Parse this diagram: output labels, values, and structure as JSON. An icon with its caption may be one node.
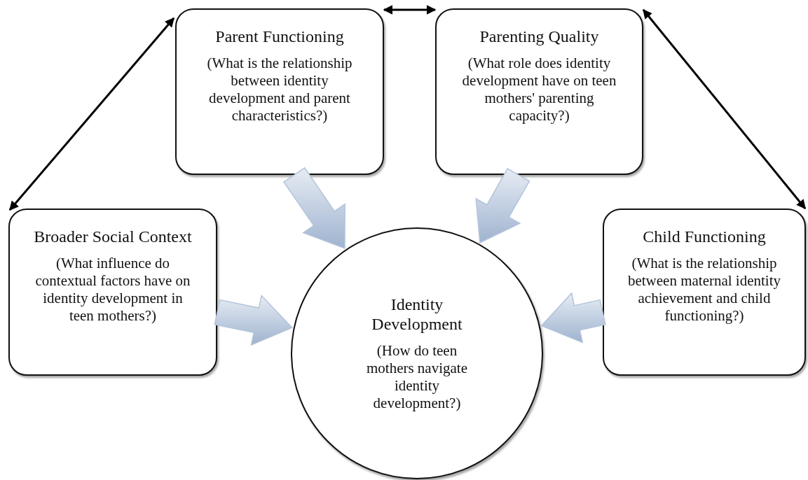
{
  "diagram": {
    "nodes": [
      {
        "text": [
          "Parent Functioning",
          "(What is the relationship between identity development and parent characteristics?)"
        ]
      },
      {
        "text": [
          "Parenting Quality",
          "(What role does identity development have on teen mothers' parenting capacity?)"
        ]
      },
      {
        "text": [
          "Broader Social Context",
          "(What influence do contextual factors have on identity development in teen mothers?)"
        ]
      },
      {
        "text": [
          "Identity Development",
          "(How do teen mothers navigate identity development?)"
        ]
      },
      {
        "text": [
          "Child Functioning",
          "(What is the relationship between maternal identity achievement and child functioning?)"
        ]
      }
    ],
    "edges": [
      {
        "from": 2,
        "to": 0,
        "arrow": "both"
      },
      {
        "from": 0,
        "to": 1,
        "arrow": "both"
      },
      {
        "from": 1,
        "to": 4,
        "arrow": "both"
      },
      {
        "from": 0,
        "to": 3,
        "arrow": "to",
        "style": "thick",
        "color": "#b3c4da"
      },
      {
        "from": 1,
        "to": 3,
        "arrow": "to",
        "style": "thick",
        "color": "#b3c4da"
      },
      {
        "from": 2,
        "to": 3,
        "arrow": "to",
        "style": "thick",
        "color": "#b3c4da"
      },
      {
        "from": 4,
        "to": 3,
        "arrow": "to",
        "style": "thick",
        "color": "#b3c4da"
      }
    ]
  }
}
